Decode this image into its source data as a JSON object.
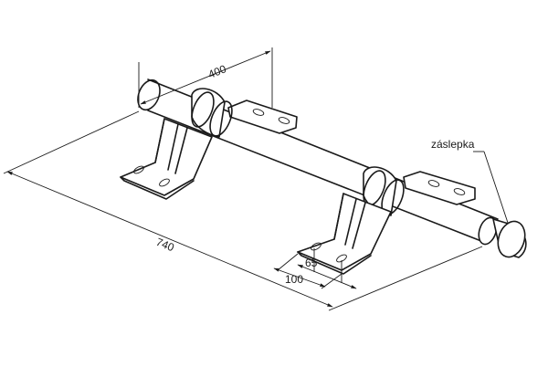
{
  "dimensions": {
    "bracket_spacing": "400",
    "overall_length": "740",
    "inner_slot_spacing": "65",
    "outer_width": "100"
  },
  "labels": {
    "end_cap": "záslepka"
  },
  "colors": {
    "line": "#1a1a1a",
    "background": "#ffffff"
  }
}
